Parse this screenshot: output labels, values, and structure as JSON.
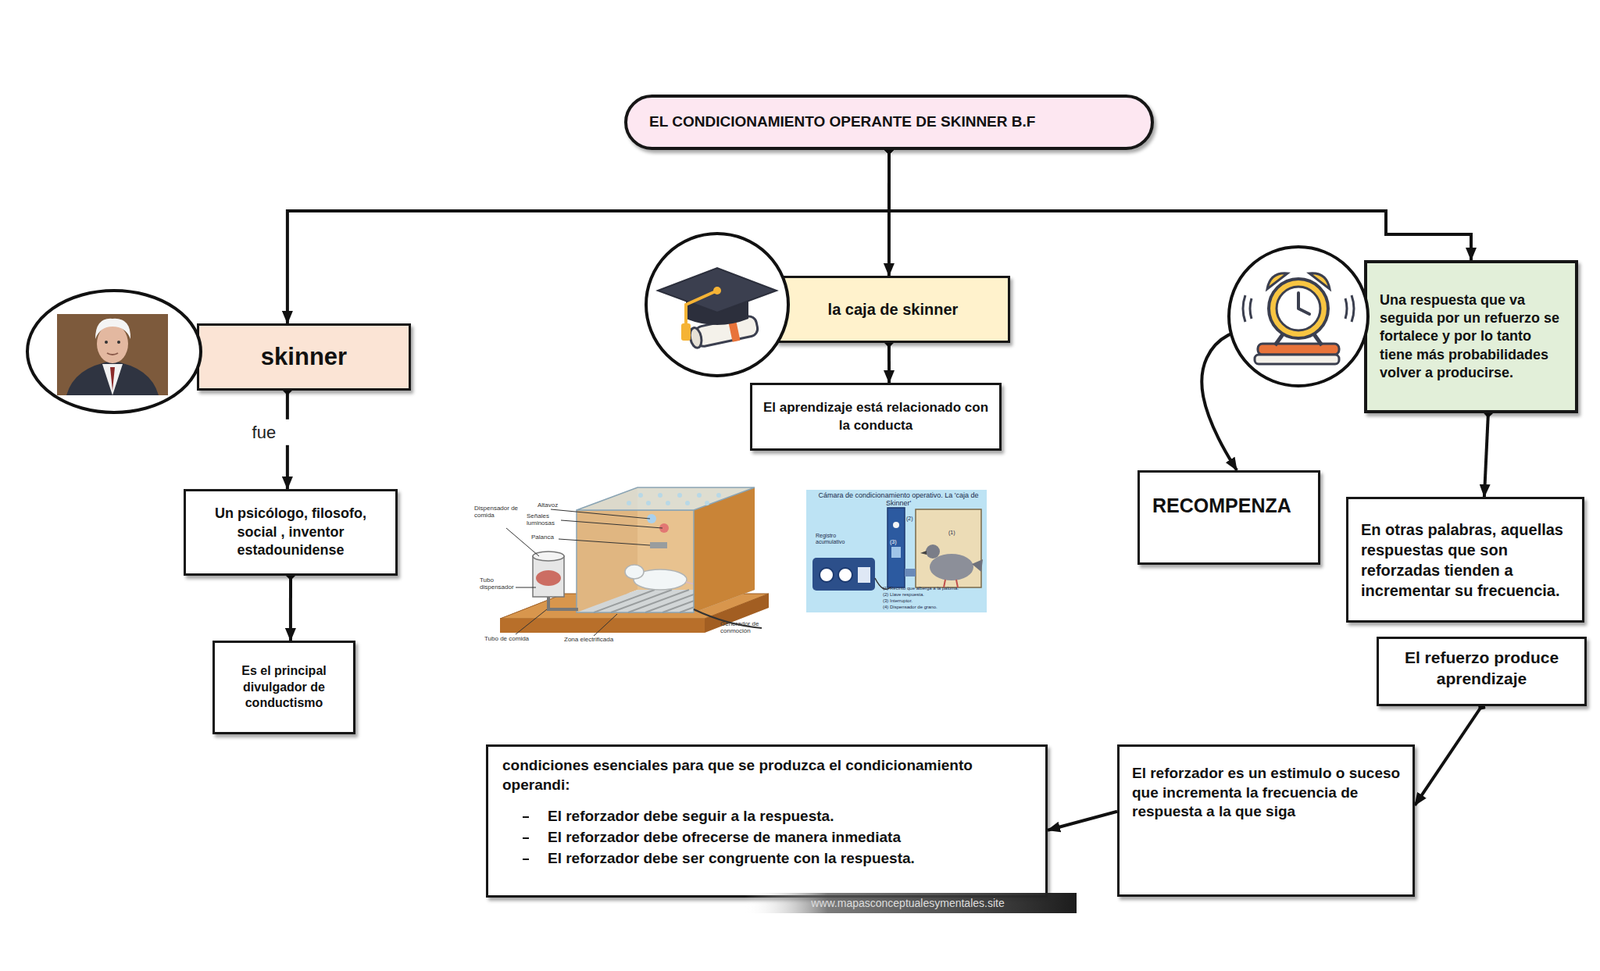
{
  "diagram": {
    "nodes": [
      {
        "text": [
          "EL CONDICIONAMIENTO OPERANTE DE SKINNER B.F"
        ]
      },
      {
        "text": [
          "skinner"
        ]
      },
      {
        "text": [
          "la caja de skinner"
        ]
      },
      {
        "text": [
          "Una respuesta que va seguida por un refuerzo se fortalece y por lo tanto tiene más probabilidades volver a producirse."
        ]
      },
      {
        "text": [
          "El aprendizaje está relacionado con la conducta"
        ]
      },
      {
        "text": [
          "RECOMPENZA"
        ]
      },
      {
        "text": [
          "En otras palabras, aquellas respuestas que son reforzadas tienden a incrementar su frecuencia."
        ]
      },
      {
        "text": [
          "Un psicólogo, filosofo, social , inventor estadounidense"
        ]
      },
      {
        "text": [
          "El refuerzo produce aprendizaje"
        ]
      },
      {
        "text": [
          "Es el principal divulgador de conductismo"
        ]
      },
      {
        "text": [
          "El reforzador es un estimulo o suceso que incrementa la frecuencia de respuesta a la que siga"
        ]
      },
      {
        "text": [
          "condiciones esenciales para que se produzca el condicionamiento operandi:",
          "El reforzador debe seguir a la respuesta.",
          "El reforzador debe ofrecerse de manera inmediata",
          "El reforzador debe ser congruente con la respuesta."
        ]
      }
    ],
    "edges": [
      {
        "from": 0,
        "to": 1,
        "arrow": "to"
      },
      {
        "from": 0,
        "to": 2,
        "arrow": "to"
      },
      {
        "from": 0,
        "to": 3,
        "arrow": "to"
      },
      {
        "from": 1,
        "to": 7,
        "label": "fue",
        "arrow": "to"
      },
      {
        "from": 7,
        "to": 9,
        "arrow": "to"
      },
      {
        "from": 2,
        "to": 4,
        "arrow": "to"
      },
      {
        "from": 3,
        "to": 5,
        "arrow": "to"
      },
      {
        "from": 3,
        "to": 6,
        "arrow": "to"
      },
      {
        "from": 8,
        "to": 10,
        "arrow": "to"
      },
      {
        "from": 10,
        "to": 11,
        "arrow": "to"
      }
    ],
    "labels": [
      "Dispensador de comida",
      "Altavoz",
      "Señales luminosas",
      "Palanca",
      "Tubo dispensador",
      "Tubo de comida",
      "Zona electrificada",
      "Generador de conmoción",
      "Cámara de condicionamiento operativo. La 'caja de Skinner'",
      "Registro acumulativo",
      "(2)",
      "(3)",
      "(1)",
      "(1) Recinto que alberga a la paloma.",
      "(2) Llave respuesta.",
      "(3) Interruptor.",
      "(4) Dispensador de grano.",
      "www.mapasconceptualesymentales.site"
    ]
  }
}
